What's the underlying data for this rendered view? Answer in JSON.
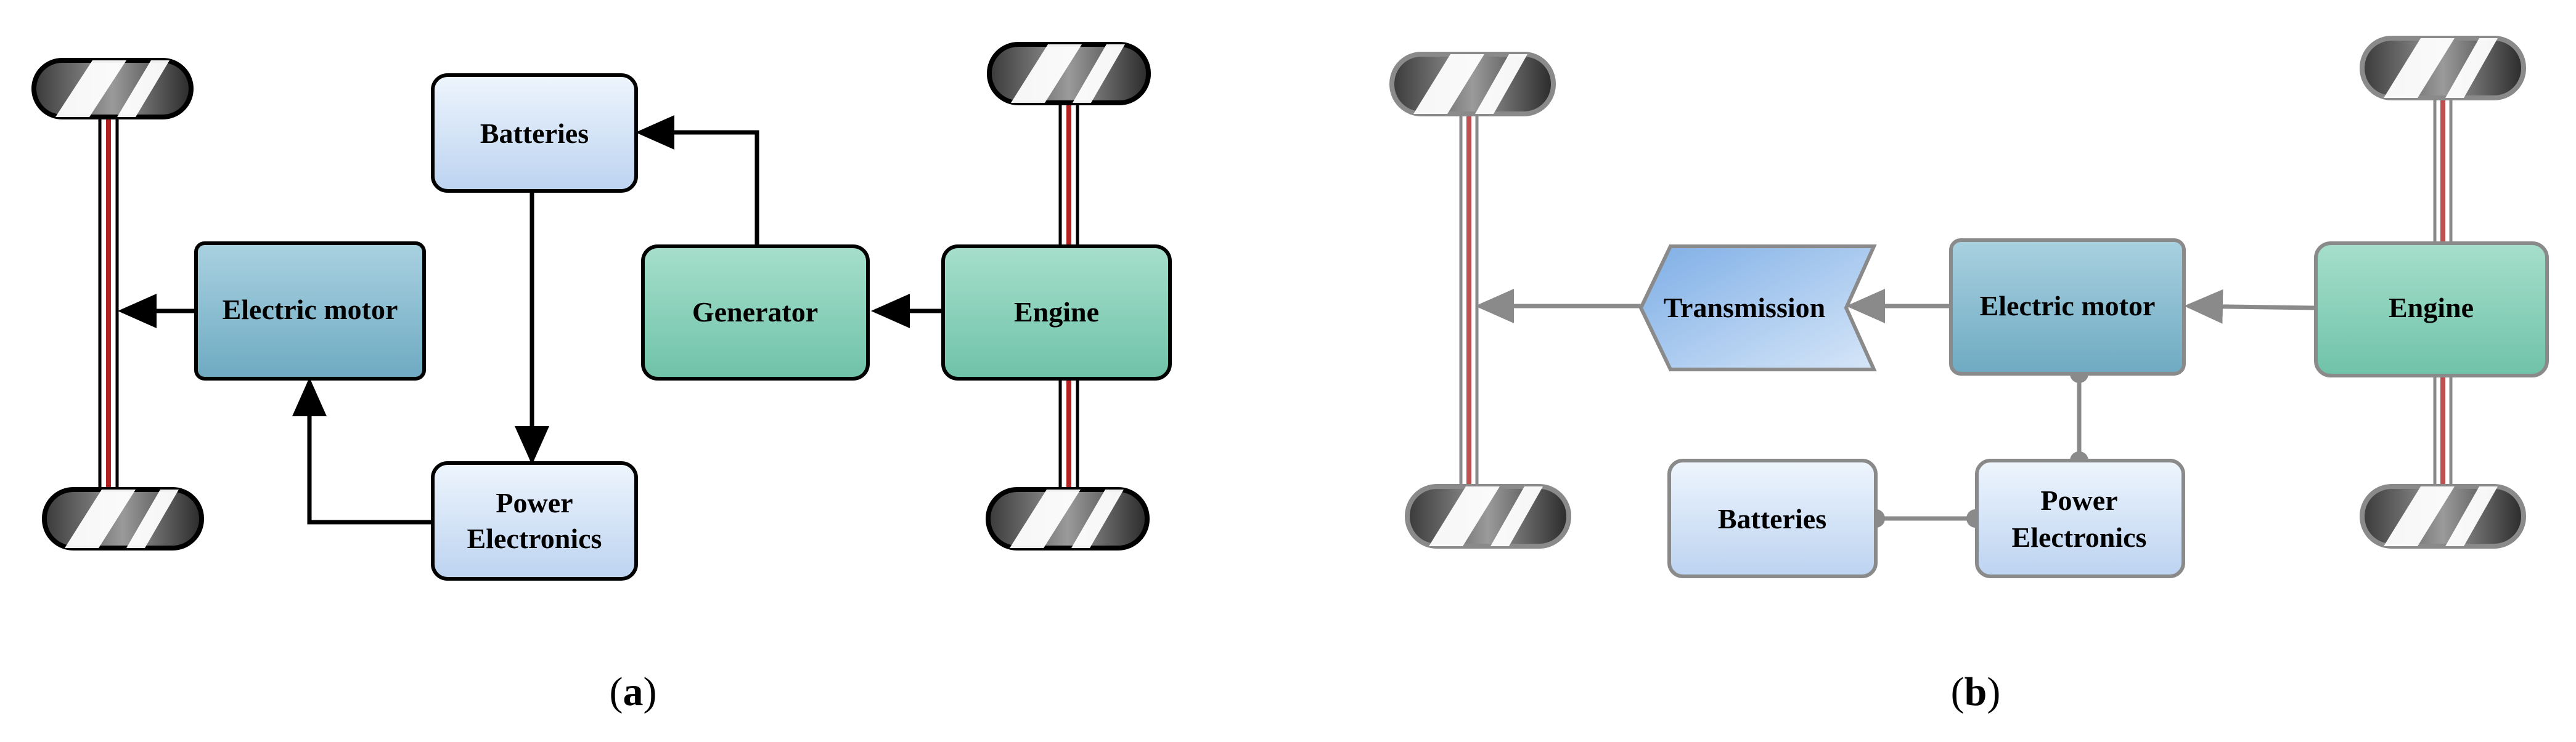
{
  "panel_a": {
    "caption_letter": "a",
    "batteries": "Batteries",
    "electric_motor": "Electric motor",
    "generator": "Generator",
    "engine": "Engine",
    "power_electronics_line1": "Power",
    "power_electronics_line2": "Electronics"
  },
  "panel_b": {
    "caption_letter": "b",
    "transmission": "Transmission",
    "electric_motor": "Electric motor",
    "engine": "Engine",
    "batteries": "Batteries",
    "power_electronics_line1": "Power",
    "power_electronics_line2": "Electronics"
  },
  "colors": {
    "battery_fill": "#c8dcf4",
    "motor_fill": "#7fb6cc",
    "engine_fill": "#7fcbb4",
    "transmission_fill": "#9cc2ec",
    "axle_red": "#b22222",
    "panel_a_stroke": "#000000",
    "panel_b_stroke": "#8a8a8a"
  }
}
